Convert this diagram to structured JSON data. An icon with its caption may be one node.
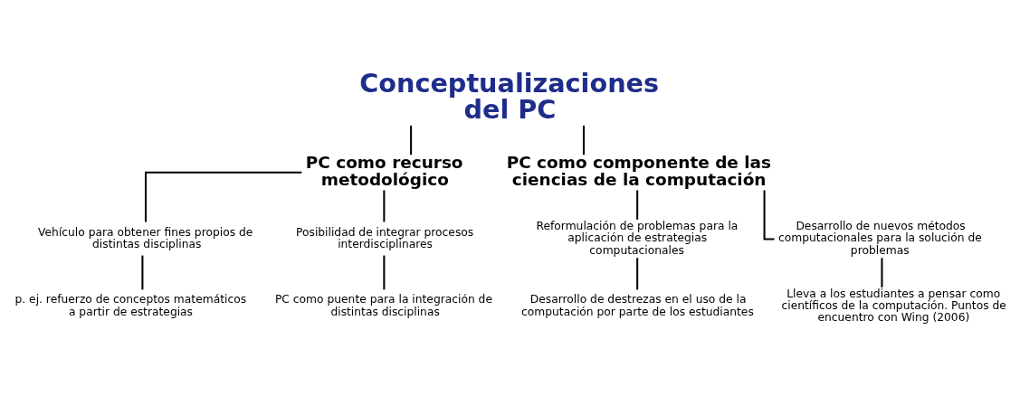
{
  "diagram": {
    "nodes": [
      {
        "text": [
          "Conceptualizaciones del PC"
        ]
      },
      {
        "text": [
          "PC como recurso metodológico"
        ]
      },
      {
        "text": [
          "PC como componente de las ciencias de la computación"
        ]
      },
      {
        "text": [
          "Vehículo para obtener fines propios de distintas disciplinas"
        ]
      },
      {
        "text": [
          "Posibilidad de integrar procesos interdisciplinares"
        ]
      },
      {
        "text": [
          "p. ej. refuerzo de conceptos matemáticos a partir de estrategias"
        ]
      },
      {
        "text": [
          "PC como puente para la integración de distintas disciplinas"
        ]
      },
      {
        "text": [
          "Reformulación de problemas para la aplicación de estrategias computacionales"
        ]
      },
      {
        "text": [
          "Desarrollo de nuevos métodos computacionales para la solución de problemas"
        ]
      },
      {
        "text": [
          "Desarrollo de destrezas en el uso de la computación por parte de los estudiantes"
        ]
      },
      {
        "text": [
          "Lleva a los estudiantes a pensar como científicos de la computación. Puntos de encuentro con Wing (2006)"
        ]
      }
    ],
    "edges": [
      {
        "from": 0,
        "to": 1,
        "arrow": "none"
      },
      {
        "from": 0,
        "to": 2,
        "arrow": "none"
      },
      {
        "from": 1,
        "to": 3,
        "arrow": "none"
      },
      {
        "from": 1,
        "to": 4,
        "arrow": "none"
      },
      {
        "from": 3,
        "to": 5,
        "arrow": "none"
      },
      {
        "from": 4,
        "to": 6,
        "arrow": "none"
      },
      {
        "from": 2,
        "to": 7,
        "arrow": "none"
      },
      {
        "from": 2,
        "to": 8,
        "arrow": "none"
      },
      {
        "from": 7,
        "to": 9,
        "arrow": "none"
      },
      {
        "from": 8,
        "to": 10,
        "arrow": "none"
      }
    ]
  }
}
